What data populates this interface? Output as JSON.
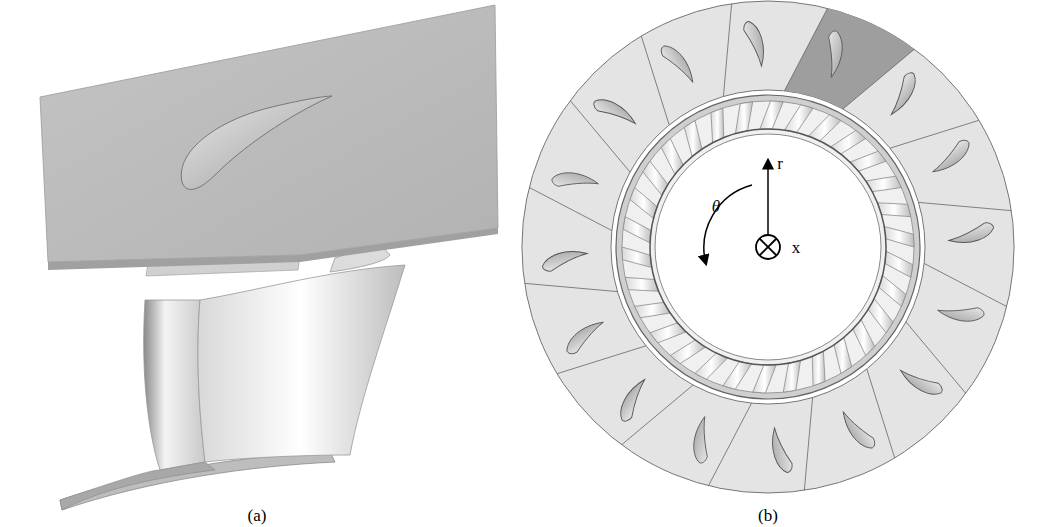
{
  "diagram": {
    "labels": [
      "(a)",
      "(b)",
      "r",
      "θ",
      "x"
    ]
  }
}
